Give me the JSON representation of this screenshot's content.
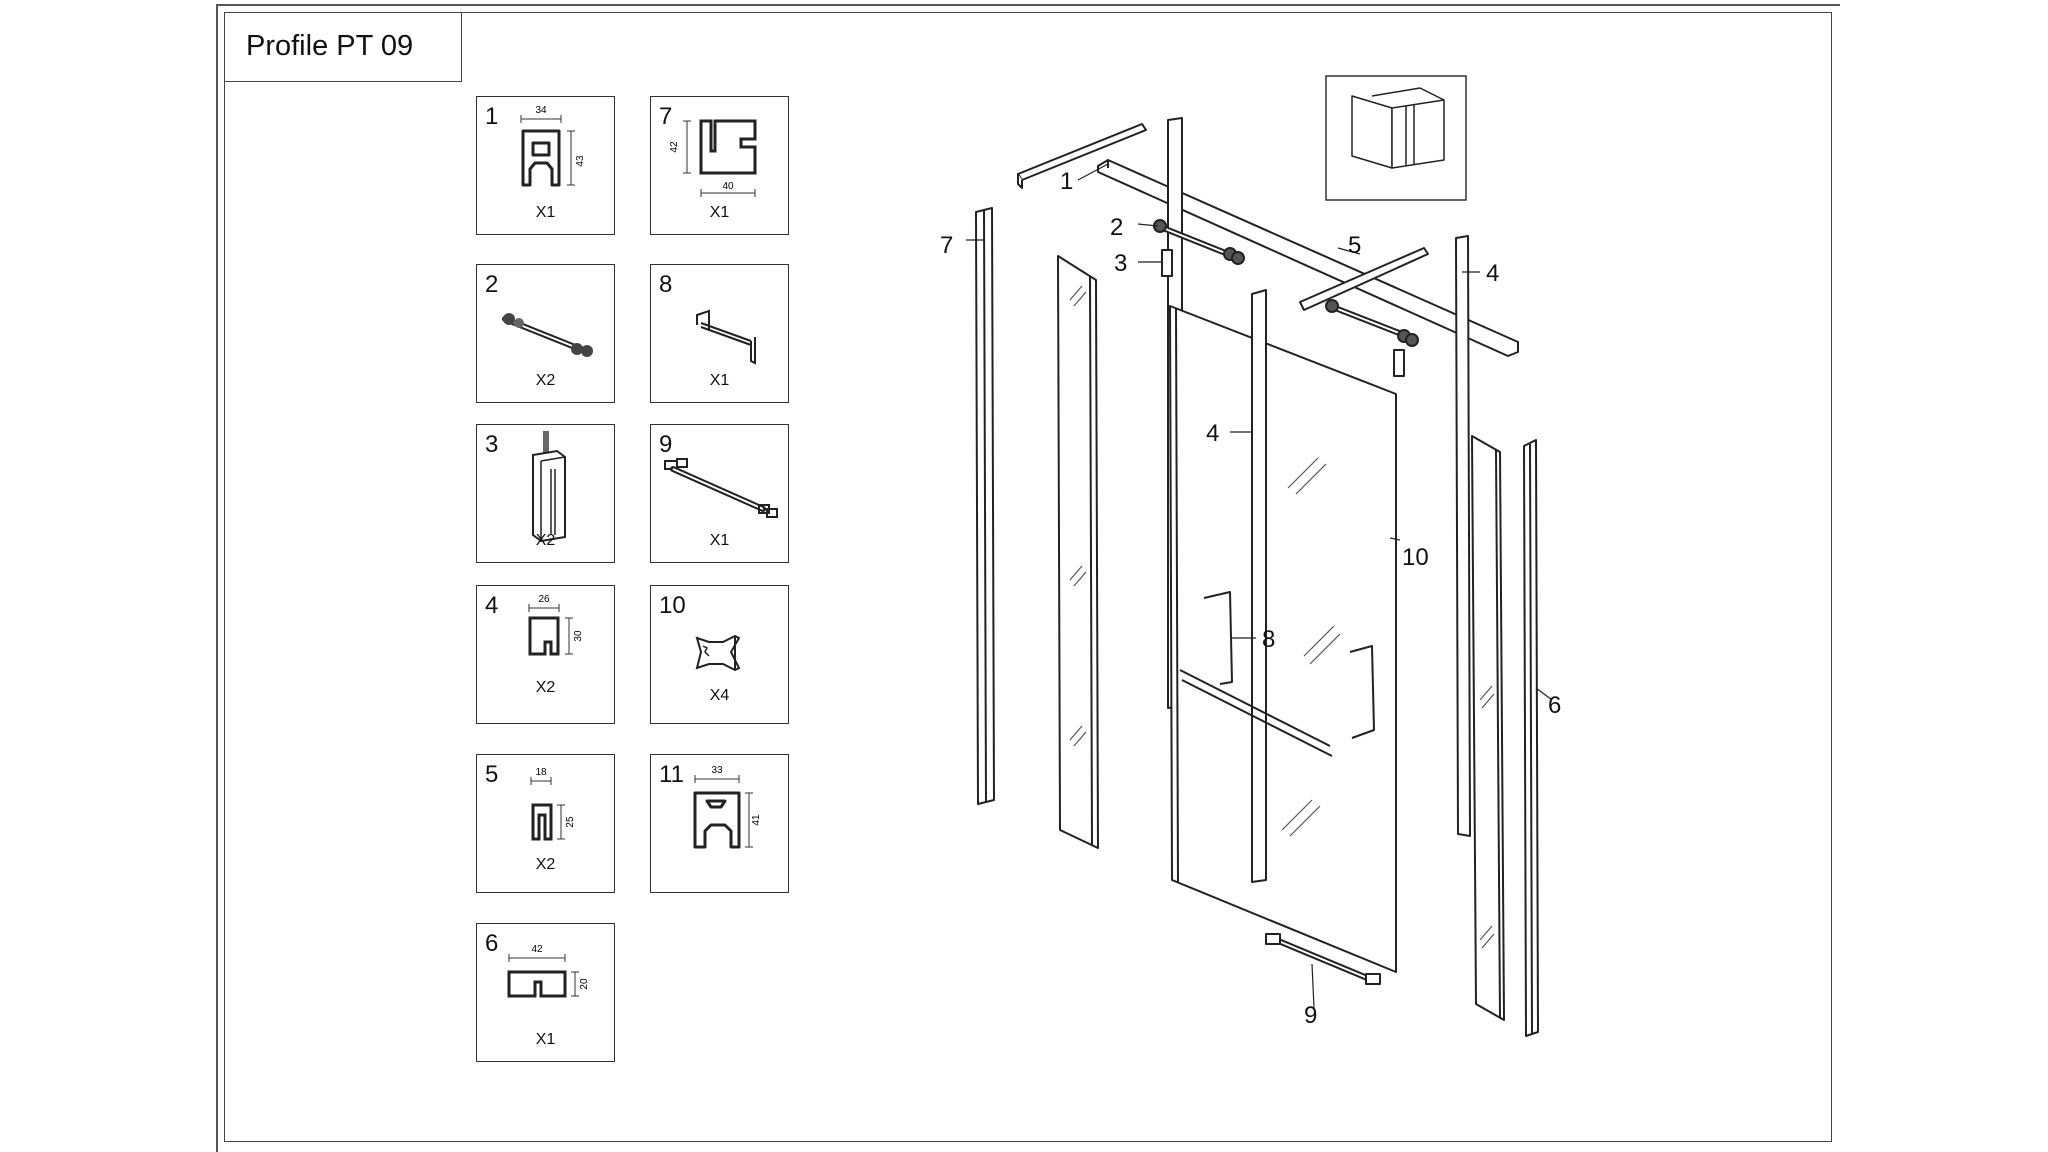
{
  "title": "Profile PT 09",
  "parts": [
    {
      "id": "1",
      "qty": "X1",
      "dims": [
        "34",
        "43"
      ]
    },
    {
      "id": "2",
      "qty": "X2",
      "dims": []
    },
    {
      "id": "3",
      "qty": "X2",
      "dims": []
    },
    {
      "id": "4",
      "qty": "X2",
      "dims": [
        "26",
        "30"
      ]
    },
    {
      "id": "5",
      "qty": "X2",
      "dims": [
        "18",
        "25"
      ]
    },
    {
      "id": "6",
      "qty": "X1",
      "dims": [
        "42",
        "20"
      ]
    },
    {
      "id": "7",
      "qty": "X1",
      "dims": [
        "42",
        "40"
      ]
    },
    {
      "id": "8",
      "qty": "X1",
      "dims": []
    },
    {
      "id": "9",
      "qty": "X1",
      "dims": []
    },
    {
      "id": "10",
      "qty": "X4",
      "dims": []
    },
    {
      "id": "11",
      "qty": "",
      "dims": [
        "33",
        "41"
      ]
    }
  ],
  "callouts": {
    "c1": "1",
    "c2": "2",
    "c3": "3",
    "c4a": "4",
    "c4b": "4",
    "c5": "5",
    "c6": "6",
    "c7": "7",
    "c8": "8",
    "c9": "9",
    "c10": "10"
  }
}
